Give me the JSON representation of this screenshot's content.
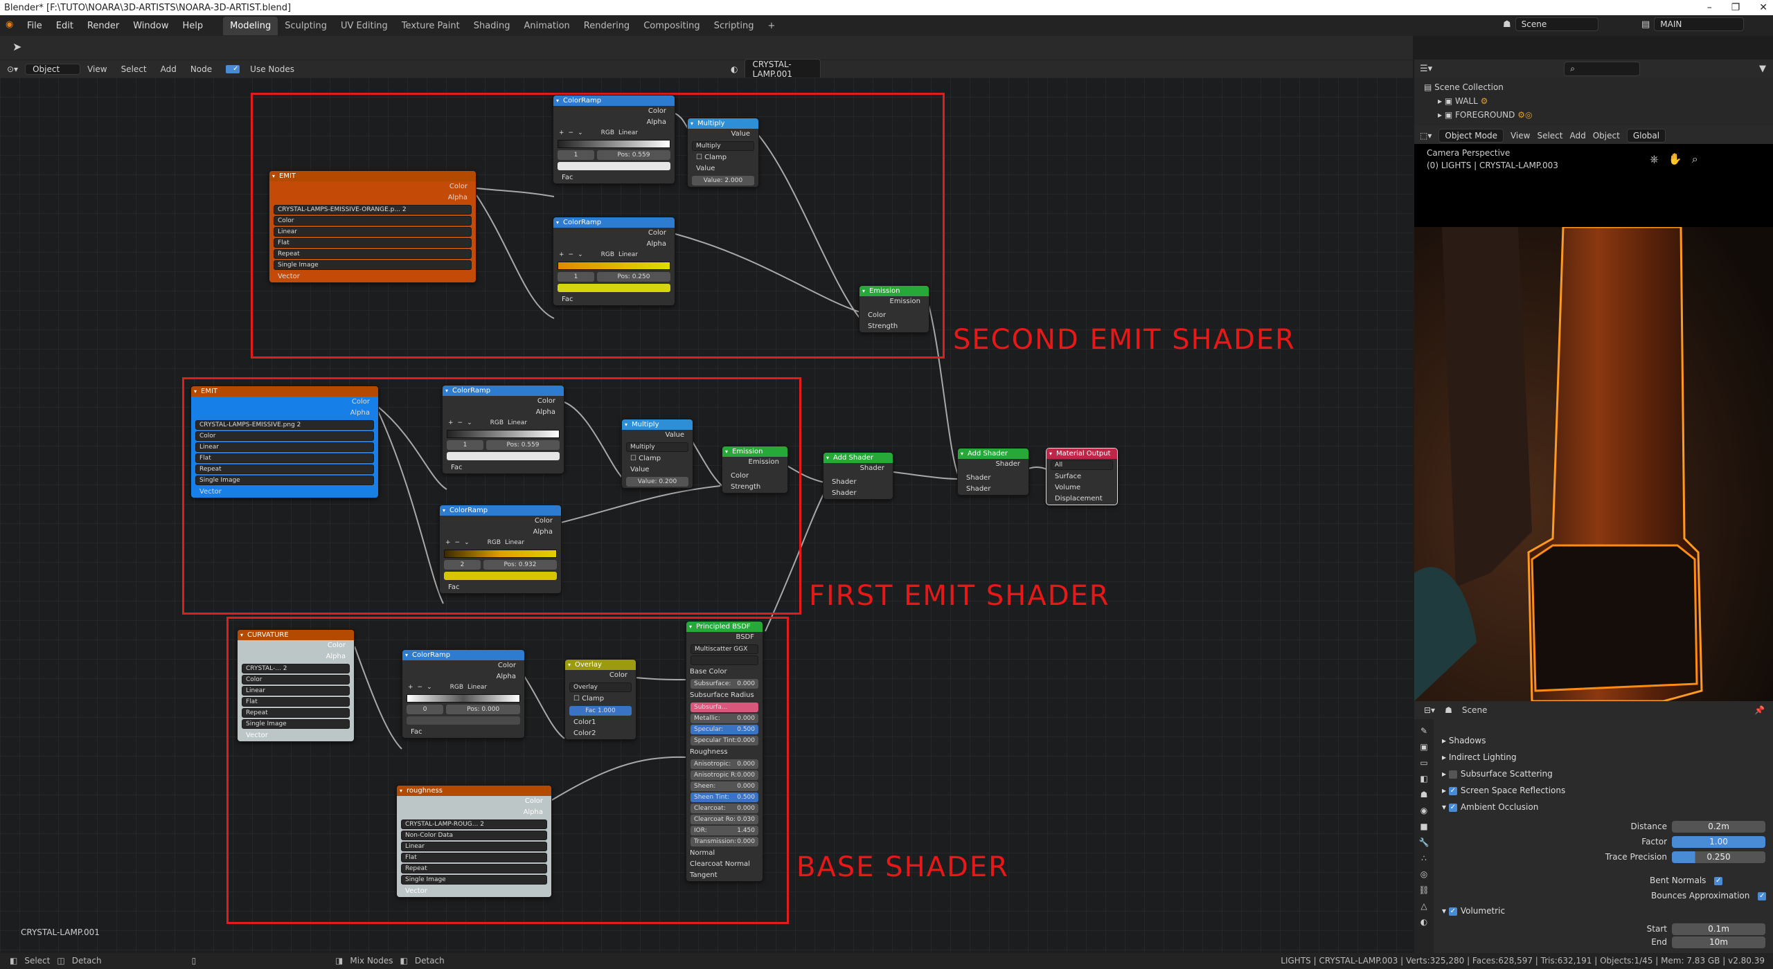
{
  "window": {
    "title": "Blender* [F:\\TUTO\\NOARA\\3D-ARTISTS\\NOARA-3D-ARTIST.blend]"
  },
  "menu": [
    "File",
    "Edit",
    "Render",
    "Window",
    "Help"
  ],
  "workspaces": [
    "Modeling",
    "Sculpting",
    "UV Editing",
    "Texture Paint",
    "Shading",
    "Animation",
    "Rendering",
    "Compositing",
    "Scripting",
    "+"
  ],
  "scene": {
    "name": "Scene",
    "layer": "MAIN"
  },
  "node_header": {
    "mode": "Object",
    "items": [
      "View",
      "Select",
      "Add",
      "Node"
    ],
    "use_nodes": "Use Nodes",
    "material": "CRYSTAL-LAMP.001"
  },
  "editor_footer": "CRYSTAL-LAMP.001",
  "labels": {
    "second": "SECOND EMIT SHADER",
    "first": "FIRST EMIT SHADER",
    "base": "BASE SHADER"
  },
  "nodes": {
    "emit2": {
      "title": "EMIT",
      "out1": "Color",
      "out2": "Alpha",
      "image": "CRYSTAL-LAMPS-EMISSIVE-ORANGE.p...",
      "users": "2",
      "opts": [
        "Color",
        "Linear",
        "Flat",
        "Repeat",
        "Single Image"
      ],
      "in": "Vector"
    },
    "ramp2a": {
      "title": "ColorRamp",
      "out1": "Color",
      "out2": "Alpha",
      "mode": "RGB",
      "interp": "Linear",
      "idx": "1",
      "pos": "Pos:",
      "posv": "0.559",
      "in": "Fac"
    },
    "ramp2b": {
      "title": "ColorRamp",
      "out1": "Color",
      "out2": "Alpha",
      "mode": "RGB",
      "interp": "Linear",
      "idx": "1",
      "pos": "Pos:",
      "posv": "0.250",
      "in": "Fac"
    },
    "mult2": {
      "title": "Multiply",
      "out": "Value",
      "op": "Multiply",
      "clamp": "Clamp",
      "in": "Value",
      "val": "Value:",
      "valv": "2.000"
    },
    "emis2": {
      "title": "Emission",
      "out": "Emission",
      "in1": "Color",
      "in2": "Strength"
    },
    "emit1": {
      "title": "EMIT",
      "out1": "Color",
      "out2": "Alpha",
      "image": "CRYSTAL-LAMPS-EMISSIVE.png",
      "users": "2",
      "opts": [
        "Color",
        "Linear",
        "Flat",
        "Repeat",
        "Single Image"
      ],
      "in": "Vector"
    },
    "ramp1a": {
      "title": "ColorRamp",
      "out1": "Color",
      "out2": "Alpha",
      "mode": "RGB",
      "interp": "Linear",
      "idx": "1",
      "pos": "Pos:",
      "posv": "0.559",
      "in": "Fac"
    },
    "ramp1b": {
      "title": "ColorRamp",
      "out1": "Color",
      "out2": "Alpha",
      "mode": "RGB",
      "interp": "Linear",
      "idx": "2",
      "pos": "Pos:",
      "posv": "0.932",
      "in": "Fac"
    },
    "mult1": {
      "title": "Multiply",
      "out": "Value",
      "op": "Multiply",
      "clamp": "Clamp",
      "in": "Value",
      "val": "Value:",
      "valv": "0.200"
    },
    "emis1": {
      "title": "Emission",
      "out": "Emission",
      "in1": "Color",
      "in2": "Strength"
    },
    "add1": {
      "title": "Add Shader",
      "out": "Shader",
      "in1": "Shader",
      "in2": "Shader"
    },
    "add2": {
      "title": "Add Shader",
      "out": "Shader",
      "in1": "Shader",
      "in2": "Shader"
    },
    "matout": {
      "title": "Material Output",
      "target": "All",
      "in1": "Surface",
      "in2": "Volume",
      "in3": "Displacement"
    },
    "curv": {
      "title": "CURVATURE",
      "out1": "Color",
      "out2": "Alpha",
      "image": "CRYSTAL-...",
      "users": "2",
      "opts": [
        "Color",
        "Linear",
        "Flat",
        "Repeat",
        "Single Image"
      ],
      "in": "Vector"
    },
    "ramp0": {
      "title": "ColorRamp",
      "out1": "Color",
      "out2": "Alpha",
      "mode": "RGB",
      "interp": "Linear",
      "idx": "0",
      "pos": "Pos:",
      "posv": "0.000",
      "in": "Fac"
    },
    "overlay": {
      "title": "Overlay",
      "out": "Color",
      "op": "Overlay",
      "clamp": "Clamp",
      "fac": "Fac",
      "facv": "1.000",
      "in1": "Color1",
      "in2": "Color2"
    },
    "rough": {
      "title": "roughness",
      "out1": "Color",
      "out2": "Alpha",
      "image": "CRYSTAL-LAMP-ROUG...",
      "users": "2",
      "opts": [
        "Non-Color Data",
        "Linear",
        "Flat",
        "Repeat",
        "Single Image"
      ],
      "in": "Vector"
    },
    "bsdf": {
      "title": "Principled BSDF",
      "out": "BSDF",
      "dist": "Multiscatter GGX",
      "rows": [
        {
          "k": "Base Color",
          "v": ""
        },
        {
          "k": "Subsurface:",
          "v": "0.000"
        },
        {
          "k": "Subsurface Radius",
          "v": ""
        },
        {
          "k": "Subsurfa...",
          "v": ""
        },
        {
          "k": "Metallic:",
          "v": "0.000"
        },
        {
          "k": "Specular:",
          "v": "0.500"
        },
        {
          "k": "Specular Tint:",
          "v": "0.000"
        },
        {
          "k": "Roughness",
          "v": ""
        },
        {
          "k": "Anisotropic:",
          "v": "0.000"
        },
        {
          "k": "Anisotropic R:",
          "v": "0.000"
        },
        {
          "k": "Sheen:",
          "v": "0.000"
        },
        {
          "k": "Sheen Tint:",
          "v": "0.500"
        },
        {
          "k": "Clearcoat:",
          "v": "0.000"
        },
        {
          "k": "Clearcoat Ro:",
          "v": "0.030"
        },
        {
          "k": "IOR:",
          "v": "1.450"
        },
        {
          "k": "Transmission:",
          "v": "0.000"
        },
        {
          "k": "Normal",
          "v": ""
        },
        {
          "k": "Clearcoat Normal",
          "v": ""
        },
        {
          "k": "Tangent",
          "v": ""
        }
      ]
    }
  },
  "outliner": {
    "root": "Scene Collection",
    "items": [
      "WALL",
      "FOREGROUND"
    ]
  },
  "viewport": {
    "mode": "Object Mode",
    "items": [
      "View",
      "Select",
      "Add",
      "Object"
    ],
    "orient": "Global",
    "camera": "Camera Perspective",
    "info": "(0) LIGHTS | CRYSTAL-LAMP.003"
  },
  "props": {
    "scene": "Scene",
    "sections": [
      "Shadows",
      "Indirect Lighting",
      "Subsurface Scattering",
      "Screen Space Reflections",
      "Ambient Occlusion"
    ],
    "ao": [
      {
        "k": "Distance",
        "v": "0.2m"
      },
      {
        "k": "Factor",
        "v": "1.00"
      },
      {
        "k": "Trace Precision",
        "v": "0.250"
      }
    ],
    "bent": "Bent Normals",
    "bounce": "Bounces Approximation",
    "vol": "Volumetric",
    "start_k": "Start",
    "start_v": "0.1m",
    "end_k": "End",
    "end_v": "10m"
  },
  "status": {
    "left": [
      "Select",
      "Detach",
      "Mix Nodes",
      "Detach"
    ],
    "right": "LIGHTS | CRYSTAL-LAMP.003 | Verts:325,280 | Faces:628,597 | Tris:632,191 | Objects:1/45 | Mem: 7.83 GB | v2.80.39"
  }
}
